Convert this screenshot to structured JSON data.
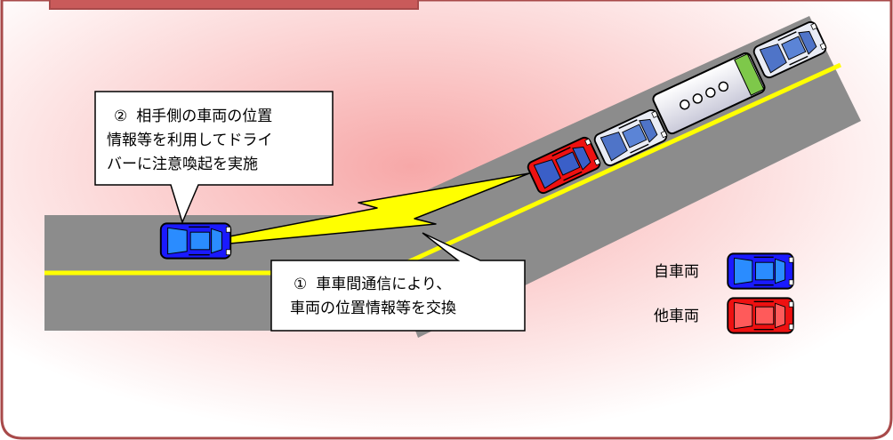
{
  "callouts": {
    "driver_alert": {
      "number": "②",
      "lines": [
        "相手側の車両の位置",
        "情報等を利用してドライ",
        "バーに注意喚起を実施"
      ]
    },
    "v2v_exchange": {
      "number": "①",
      "lines": [
        "車車間通信により、",
        "車両の位置情報等を交換"
      ]
    }
  },
  "legend": {
    "own_vehicle": "自車両",
    "other_vehicle": "他車両"
  },
  "colors": {
    "own_vehicle": "#1a1aff",
    "other_vehicle": "#ee1111",
    "road": "#8c8c8c",
    "lane_line": "#ffff00",
    "frame": "#a84a4a",
    "signal": "#ffff00"
  }
}
